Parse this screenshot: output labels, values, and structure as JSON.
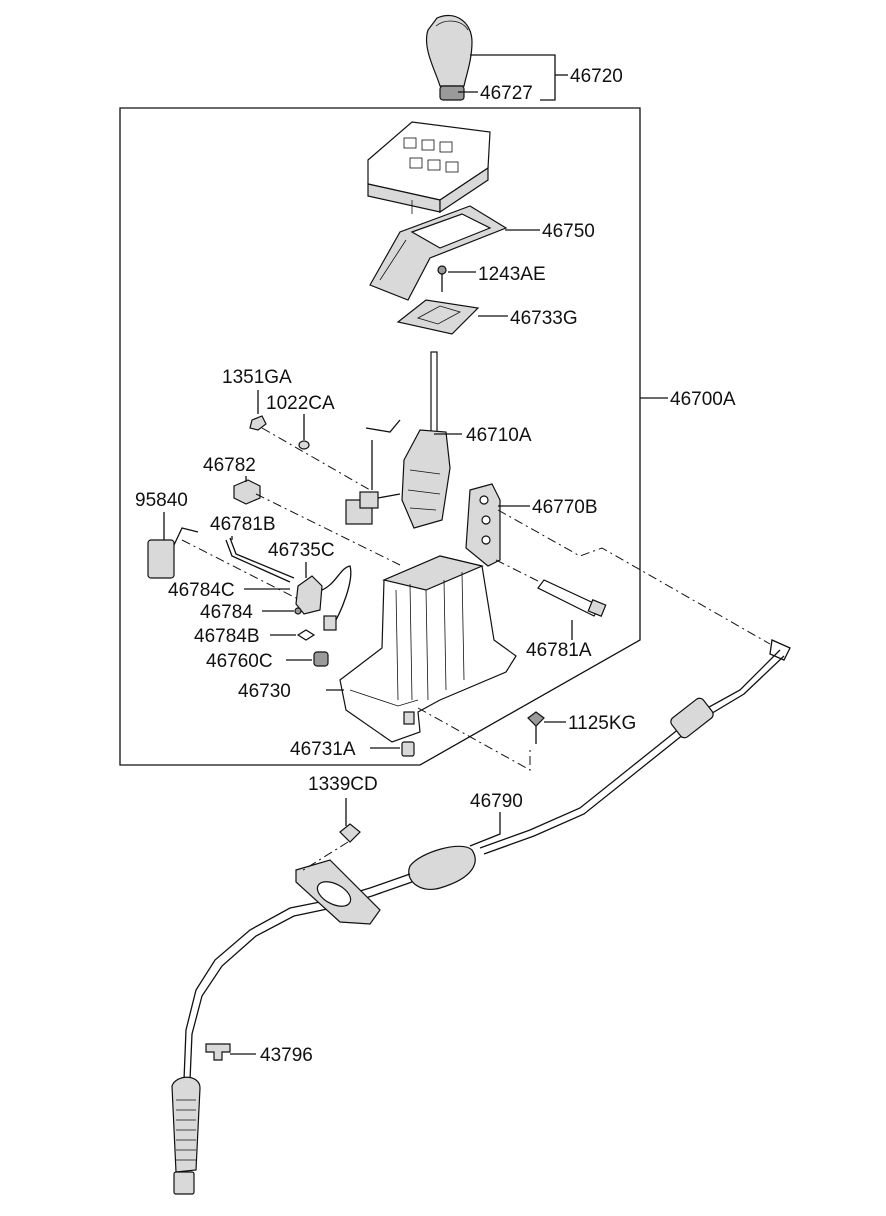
{
  "labels": {
    "p46720": "46720",
    "p46727": "46727",
    "p46750": "46750",
    "p1243AE": "1243AE",
    "p46733G": "46733G",
    "p46700A": "46700A",
    "p1351GA": "1351GA",
    "p1022CA": "1022CA",
    "p46710A": "46710A",
    "p46782": "46782",
    "p95840": "95840",
    "p46770B": "46770B",
    "p46781B": "46781B",
    "p46735C": "46735C",
    "p46784C": "46784C",
    "p46784": "46784",
    "p46784B": "46784B",
    "p46781A": "46781A",
    "p46760C": "46760C",
    "p46730": "46730",
    "p1125KG": "1125KG",
    "p46731A": "46731A",
    "p1339CD": "1339CD",
    "p46790": "46790",
    "p43796": "43796"
  }
}
